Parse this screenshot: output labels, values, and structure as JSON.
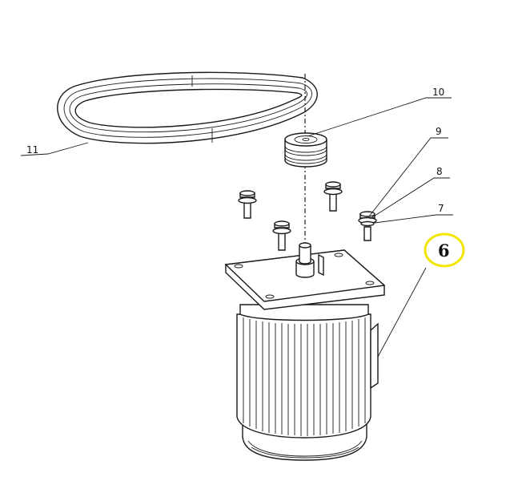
{
  "callouts": [
    {
      "id": "11",
      "label": "11"
    },
    {
      "id": "10",
      "label": "10"
    },
    {
      "id": "9",
      "label": "9"
    },
    {
      "id": "8",
      "label": "8"
    },
    {
      "id": "7",
      "label": "7"
    }
  ],
  "highlight": {
    "label": "6",
    "ring_color": "#f2e600"
  }
}
